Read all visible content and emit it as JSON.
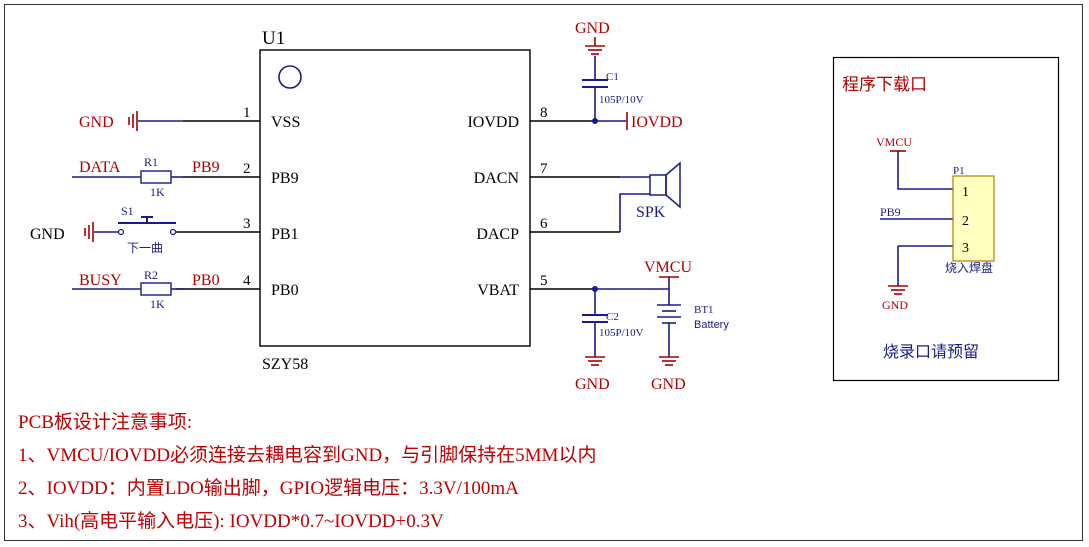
{
  "chip": {
    "ref": "U1",
    "part": "SZY58",
    "left_pins": [
      {
        "num": "1",
        "name": "VSS"
      },
      {
        "num": "2",
        "name": "PB9"
      },
      {
        "num": "3",
        "name": "PB1"
      },
      {
        "num": "4",
        "name": "PB0"
      }
    ],
    "right_pins": [
      {
        "num": "8",
        "name": "IOVDD"
      },
      {
        "num": "7",
        "name": "DACN"
      },
      {
        "num": "6",
        "name": "DACP"
      },
      {
        "num": "5",
        "name": "VBAT"
      }
    ]
  },
  "left_nets": {
    "gnd1": "GND",
    "data": "DATA",
    "gnd2": "GND",
    "busy": "BUSY",
    "pb9": "PB9",
    "pb0": "PB0"
  },
  "components": {
    "r1": {
      "ref": "R1",
      "value": "1K"
    },
    "r2": {
      "ref": "R2",
      "value": "1K"
    },
    "s1": {
      "ref": "S1",
      "label": "下一曲"
    },
    "c1": {
      "ref": "C1",
      "value": "105P/10V"
    },
    "c2": {
      "ref": "C2",
      "value": "105P/10V"
    },
    "bt1": {
      "ref": "BT1",
      "value": "Battery"
    },
    "spk": {
      "ref": "SPK"
    }
  },
  "right_nets": {
    "gnd_top": "GND",
    "iovdd": "IOVDD",
    "vmcu": "VMCU",
    "gnd_c2": "GND",
    "gnd_bt": "GND"
  },
  "program_port": {
    "title": "程序下载口",
    "vmcu": "VMCU",
    "pb9": "PB9",
    "gnd": "GND",
    "ref": "P1",
    "pins": [
      "1",
      "2",
      "3"
    ],
    "pad_label": "烧入焊盘",
    "caption": "烧录口请预留"
  },
  "notes": [
    "PCB板设计注意事项:",
    "1、VMCU/IOVDD必须连接去耦电容到GND，与引脚保持在5MM以内",
    "2、IOVDD：内置LDO输出脚，GPIO逻辑电压：3.3V/100mA",
    "3、Vih(高电平输入电压): IOVDD*0.7~IOVDD+0.3V"
  ]
}
